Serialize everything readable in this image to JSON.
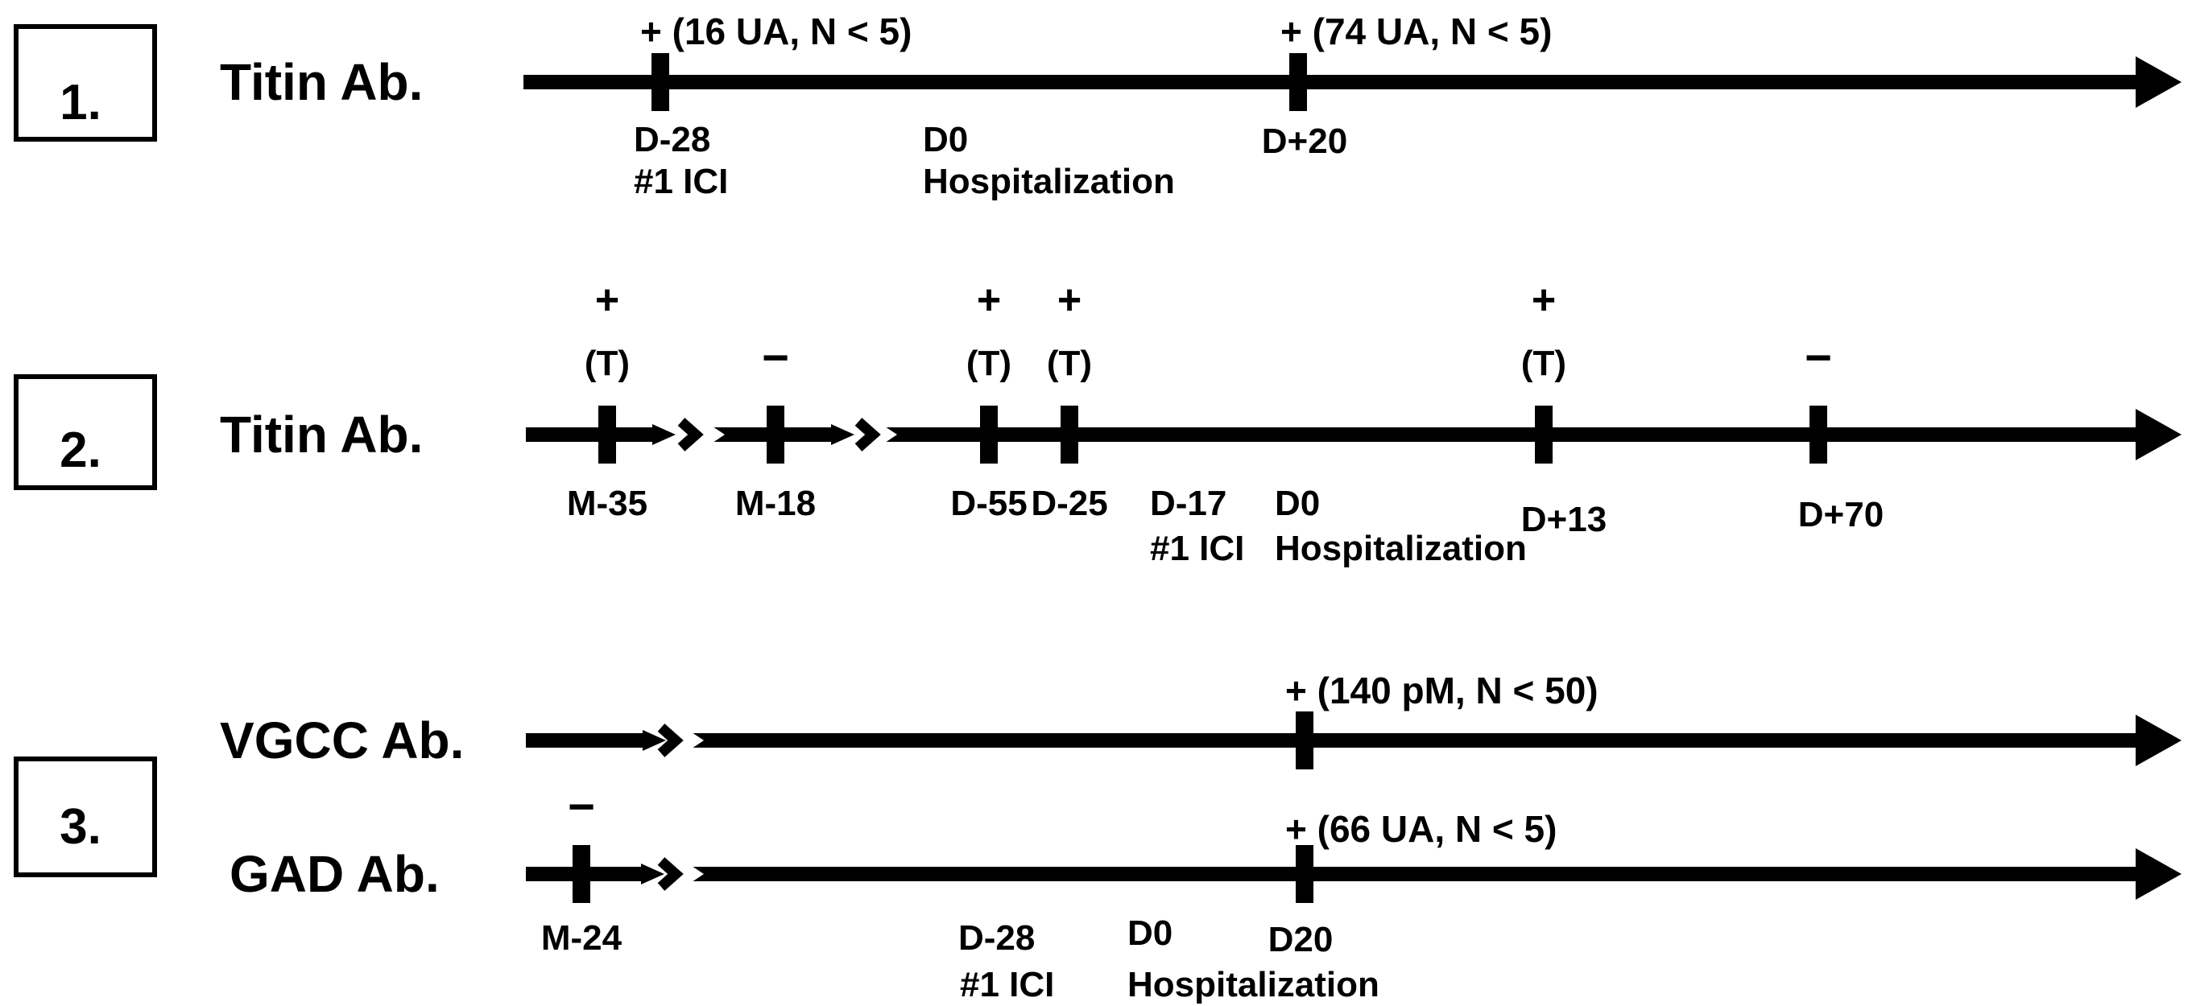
{
  "colors": {
    "ink": "#000000",
    "background": "#ffffff"
  },
  "timelines": {
    "t1": {
      "number": "1.",
      "label": "Titin Ab.",
      "a1": "+ (16 UA, N < 5)",
      "a2": "+ (74 UA, N < 5)",
      "d28": "D-28",
      "ici": "#1 ICI",
      "d0": "D0",
      "hosp": "Hospitalization",
      "d20": "D+20"
    },
    "t2": {
      "number": "2.",
      "label": "Titin Ab.",
      "m35": {
        "sign": "+",
        "assay": "(T)",
        "date": "M-35"
      },
      "m18": {
        "sign": "−",
        "date": "M-18"
      },
      "d55": {
        "sign": "+",
        "assay": "(T)",
        "date": "D-55"
      },
      "d25": {
        "sign": "+",
        "assay": "(T)",
        "date": "D-25"
      },
      "d17": {
        "date": "D-17",
        "event": "#1 ICI"
      },
      "d0": {
        "date": "D0",
        "event": "Hospitalization"
      },
      "d13": {
        "sign": "+",
        "assay": "(T)",
        "date": "D+13"
      },
      "d70": {
        "sign": "−",
        "date": "D+70"
      }
    },
    "t3": {
      "number": "3.",
      "vgcc": {
        "label": "VGCC Ab.",
        "annotation": "+ (140 pM, N < 50)"
      },
      "gad": {
        "label": "GAD Ab.",
        "annotation": "+ (66 UA, N < 5)",
        "m24_sign": "−",
        "m24_date": "M-24"
      },
      "labels": {
        "d28": "D-28",
        "ici": "#1 ICI",
        "d0": "D0",
        "hosp": "Hospitalization",
        "d20": "D20"
      }
    }
  }
}
